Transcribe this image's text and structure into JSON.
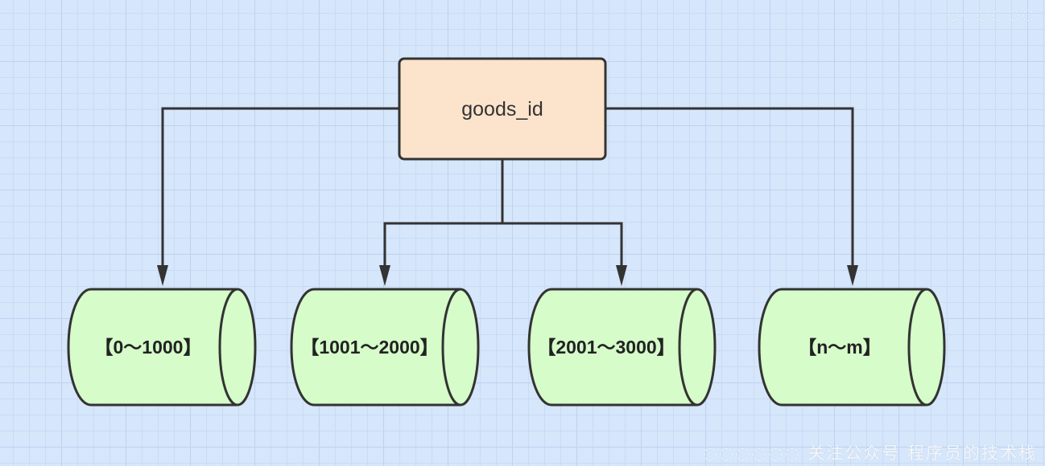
{
  "diagram": {
    "root": {
      "label": "goods_id",
      "fill": "#fce4cc"
    },
    "shards": [
      {
        "label": "【0～1000】"
      },
      {
        "label": "【1001～2000】"
      },
      {
        "label": "【2001～3000】"
      },
      {
        "label": "【n～m】"
      }
    ],
    "colors": {
      "background": "#d6e6fb",
      "shard_fill": "#d5fcc9",
      "stroke": "#333333"
    }
  },
  "watermarks": {
    "top": "◌◌◌◌◌◌",
    "bottom": "◌◌◌◌◌◌ 关注公众号 程序员的技术栈"
  }
}
